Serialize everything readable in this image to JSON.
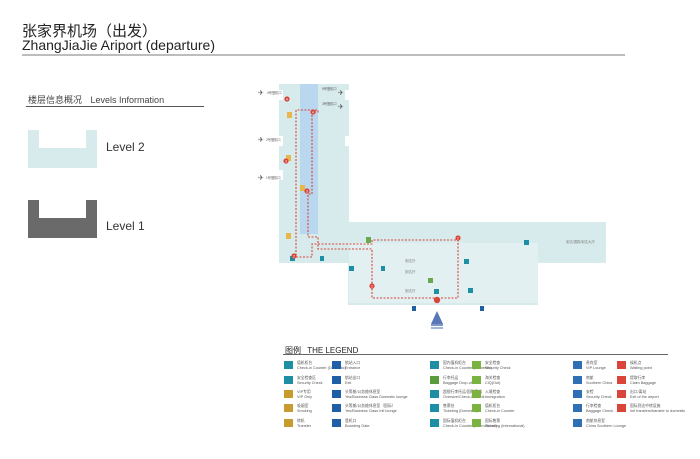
{
  "title": {
    "cn": "张家界机场（出发）",
    "en": "ZhangJiaJie Ariport (departure)"
  },
  "levels": {
    "heading_cn": "楼层信息概况",
    "heading_en": "Levels Information",
    "items": [
      {
        "label": "Level 2",
        "color": "#d8ebec"
      },
      {
        "label": "Level 1",
        "color": "#6a6a6a"
      }
    ]
  },
  "map": {
    "gate_labels": [
      "4号登机口",
      "5号登机口",
      "3号登机口",
      "2号登机口",
      "1号登机口"
    ],
    "hall_labels": [
      "到达厅",
      "到达厅",
      "到达厅"
    ],
    "arrival_hall_label": "到达/国际到达大厅",
    "route_points": [
      "1",
      "2",
      "3",
      "4",
      "5"
    ],
    "colors": {
      "building": "#d8ebec",
      "pier": "#b9d7ee",
      "route": "#d9453b"
    }
  },
  "legend": {
    "heading_cn": "图例",
    "heading_en": "THE LEGEND",
    "items": [
      {
        "icon": "check-in-counter-icon",
        "color": "#1e8ea5",
        "cn": "值机柜台",
        "en": "Check-in Counter (Domestic)"
      },
      {
        "icon": "entrance-icon",
        "color": "#1f5fa6",
        "cn": "航站入口",
        "en": "Entrance"
      },
      {
        "icon": "check-in-domestic-icon",
        "color": "#1e8ea5",
        "cn": "国内值机柜台",
        "en": "Check-in Counter (Domestic)"
      },
      {
        "icon": "security-check-icon",
        "color": "#7ab341",
        "cn": "安全检查",
        "en": "Security Check"
      },
      {
        "icon": "vip-lounge-icon",
        "color": "#2f6fb3",
        "cn": "贵宾室",
        "en": "VIP Lounge"
      },
      {
        "icon": "waiting-point-icon",
        "color": "#d9453b",
        "cn": "候机点",
        "en": "Waiting point"
      },
      {
        "icon": "security-check-2-icon",
        "color": "#1e8ea5",
        "cn": "安全检查区",
        "en": "Security Check"
      },
      {
        "icon": "exit-icon",
        "color": "#1f5fa6",
        "cn": "航站出口",
        "en": "Exit"
      },
      {
        "icon": "baggage-dropoff-icon",
        "color": "#5a9c3b",
        "cn": "行李托运",
        "en": "Baggage Drop-off"
      },
      {
        "icon": "customs-icon",
        "color": "#7ab341",
        "cn": "海关检查",
        "en": "CIQ(Out)"
      },
      {
        "icon": "southern-china-icon",
        "color": "#2f6fb3",
        "cn": "南航",
        "en": "Southern China"
      },
      {
        "icon": "claim-baggage-icon",
        "color": "#d9453b",
        "cn": "提取行李",
        "en": "Claim Baggage"
      },
      {
        "icon": "vip-only-icon",
        "color": "#c89b2e",
        "cn": "VIP专用",
        "en": "VIP Only"
      },
      {
        "icon": "lounge-icon",
        "color": "#1f5fa6",
        "cn": "头等舱/公务舱休息室",
        "en": "Yes/Business Class Domestic lounge"
      },
      {
        "icon": "oversize-baggage-icon",
        "color": "#1e8ea5",
        "cn": "超规行李托运/国际值机",
        "en": "Oversize/Check-in to Intl"
      },
      {
        "icon": "immigration-icon",
        "color": "#7ab341",
        "cn": "入境检查",
        "en": "Immigration"
      },
      {
        "icon": "security-check-3-icon",
        "color": "#2f6fb3",
        "cn": "安检",
        "en": "Security Check"
      },
      {
        "icon": "exit-airport-icon",
        "color": "#d9453b",
        "cn": "出口/离站",
        "en": "Exit of the airport"
      },
      {
        "icon": "smoking-icon",
        "color": "#c89b2e",
        "cn": "吸烟室",
        "en": "Smoking"
      },
      {
        "icon": "intl-lounge-icon",
        "color": "#1f5fa6",
        "cn": "头等舱/公务舱休息室（国际）",
        "en": "Yes/Business Class Intl lounge"
      },
      {
        "icon": "ticketing-icon",
        "color": "#1e8ea5",
        "cn": "售票处",
        "en": "Ticketing (Domestic)"
      },
      {
        "icon": "check-in-2-icon",
        "color": "#7ab341",
        "cn": "值机柜台",
        "en": "Check-in Counter"
      },
      {
        "icon": "baggage-check-icon",
        "color": "#2f6fb3",
        "cn": "行李检查",
        "en": "Baggage Check"
      },
      {
        "icon": "intl-transfer-icon",
        "color": "#d9453b",
        "cn": "国际到达中转设施",
        "en": "Intl transfers/transfer to domestic"
      },
      {
        "icon": "transfer-icon",
        "color": "#c89b2e",
        "cn": "转机",
        "en": "Transfer"
      },
      {
        "icon": "boarding-gate-icon",
        "color": "#1f5fa6",
        "cn": "登机口",
        "en": "Boarding Gate"
      },
      {
        "icon": "check-in-intl-icon",
        "color": "#1e8ea5",
        "cn": "国际值机柜台",
        "en": "Check-in Counter (International)"
      },
      {
        "icon": "ticketing-intl-icon",
        "color": "#7ab341",
        "cn": "国际售票",
        "en": "Ticketing (International)"
      },
      {
        "icon": "southern-lounge-icon",
        "color": "#2f6fb3",
        "cn": "南航休息室",
        "en": "China Southern Lounge"
      }
    ]
  }
}
